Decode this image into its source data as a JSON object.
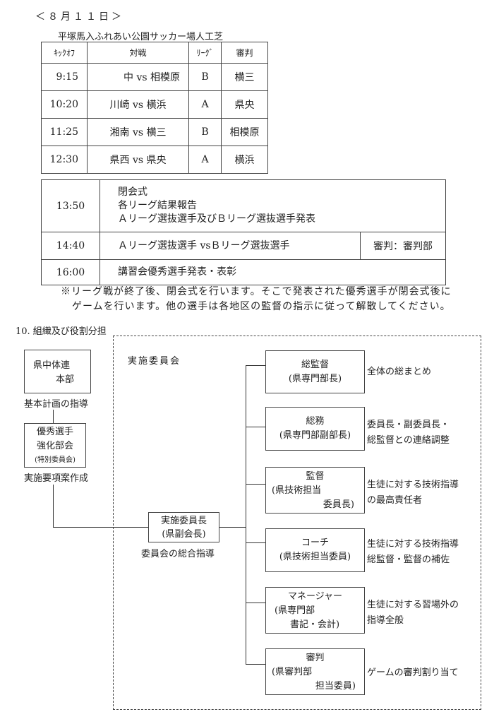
{
  "schedule": {
    "date": "＜８月１１日＞",
    "venue": "平塚馬入ふれあい公園サッカー場人工芝",
    "headers": {
      "kickoff": "ｷｯｸｵﾌ",
      "match": "対戦",
      "league": "ﾘｰｸﾞ",
      "referee": "審判"
    },
    "rows": [
      {
        "time": "9:15",
        "home": "中",
        "vs": "vs",
        "away": "相模原",
        "league": "B",
        "referee": "横三"
      },
      {
        "time": "10:20",
        "home": "川崎",
        "vs": "vs",
        "away": "横浜",
        "league": "A",
        "referee": "県央"
      },
      {
        "time": "11:25",
        "home": "湘南",
        "vs": "vs",
        "away": "横三",
        "league": "B",
        "referee": "相模原"
      },
      {
        "time": "12:30",
        "home": "県西",
        "vs": "vs",
        "away": "県央",
        "league": "A",
        "referee": "横浜"
      }
    ]
  },
  "ceremony": {
    "r1": {
      "time": "13:50",
      "line1": "閉会式",
      "line2": "各リーグ結果報告",
      "line3": "Ａリーグ選抜選手及びＢリーグ選抜選手発表"
    },
    "r2": {
      "time": "14:40",
      "desc": "Ａリーグ選抜選手 vsＢリーグ選抜選手",
      "referee": "審判：審判部"
    },
    "r3": {
      "time": "16:00",
      "desc": "講習会優秀選手発表・表彰"
    }
  },
  "note": {
    "line1": "※リーグ戦が終了後、閉会式を行います。そこで発表された優秀選手が閉会式後に",
    "line2": "ゲームを行います。他の選手は各地区の監督の指示に従って解散してください。"
  },
  "org": {
    "section_title": "10. 組織及び役割分担",
    "committee_label": "実施委員会",
    "hq": {
      "line1": "県中体連",
      "line2": "本部",
      "caption": "基本計画の指導"
    },
    "strengthen": {
      "line1": "優秀選手",
      "line2": "強化部会",
      "line3": "(特別委員会)",
      "caption": "実施要項案作成"
    },
    "chair": {
      "line1": "実施委員長",
      "line2": "(県副会長)",
      "caption": "委員会の総合指導"
    },
    "roles": [
      {
        "title": "総監督",
        "sub1": "(県専門部長)",
        "sub2": "",
        "desc1": "全体の総まとめ",
        "desc2": ""
      },
      {
        "title": "総務",
        "sub1": "(県専門部副部長)",
        "sub2": "",
        "desc1": "委員長・副委員長・",
        "desc2": "総監督との連絡調整"
      },
      {
        "title": "監督",
        "sub1": "(県技術担当",
        "sub2": "委員長)",
        "desc1": "生徒に対する技術指導",
        "desc2": "の最高責任者"
      },
      {
        "title": "コーチ",
        "sub1": "(県技術担当委員)",
        "sub2": "",
        "desc1": "生徒に対する技術指導",
        "desc2": "総監督・監督の補佐"
      },
      {
        "title": "マネージャー",
        "sub1": "(県専門部",
        "sub2": "書記・会計)",
        "desc1": "生徒に対する習場外の",
        "desc2": "指導全般"
      },
      {
        "title": "審判",
        "sub1": "(県審判部",
        "sub2": "担当委員)",
        "desc1": "ゲームの審判割り当て",
        "desc2": ""
      }
    ]
  }
}
